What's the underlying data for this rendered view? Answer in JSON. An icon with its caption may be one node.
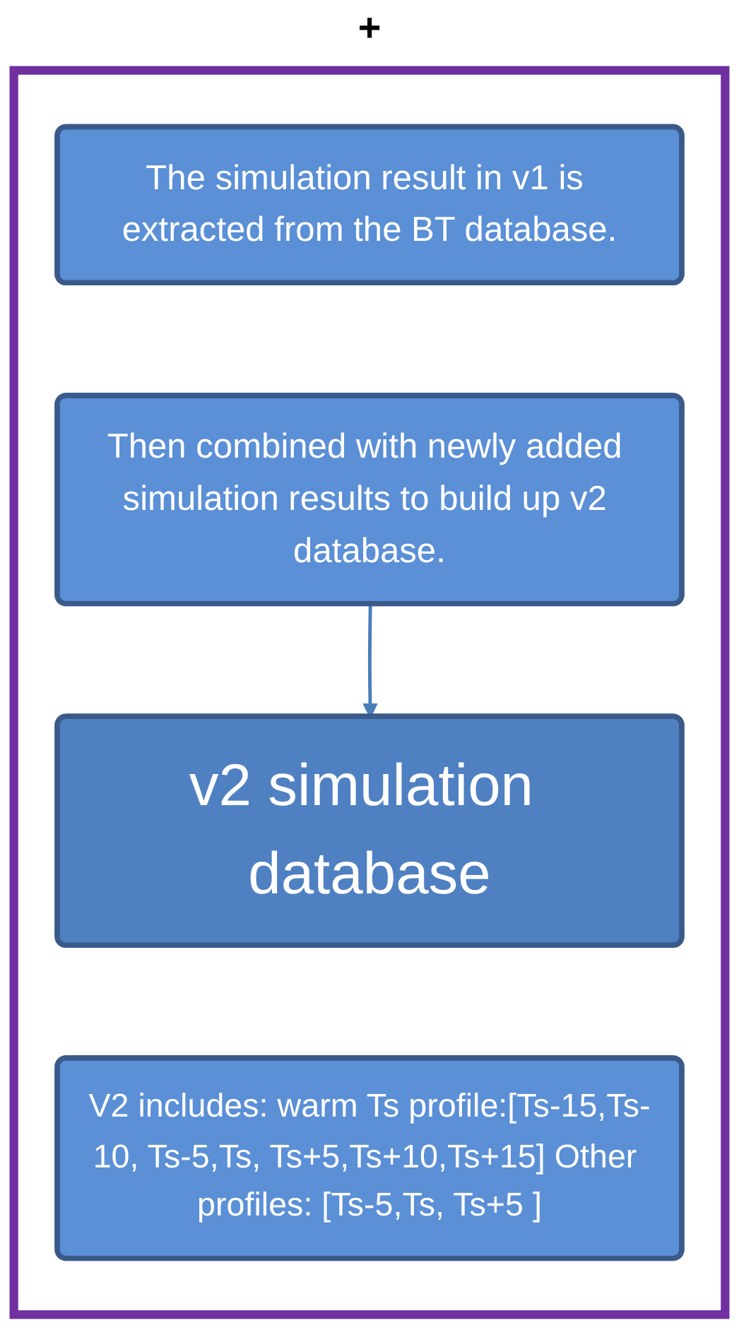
{
  "diagram": {
    "nodes": [
      {
        "text": [],
        "shape": "box"
      },
      {
        "text": [
          "The simulation result in v1 is extracted from the BT database."
        ],
        "in": 0
      },
      {
        "text": [
          "Then combined with newly added simulation results to build up v2 database."
        ],
        "in": 0
      },
      {
        "text": [
          "v2 simulation database"
        ],
        "in": 0
      },
      {
        "text": [
          "V2 includes: warm Ts profile:[Ts-15,Ts-10, Ts-5,Ts, Ts+5,Ts+10,Ts+15] Other profiles: [Ts-5,Ts, Ts+5 ]"
        ],
        "in": 0
      }
    ],
    "edges": [
      {
        "from": 2,
        "to": 3,
        "arrow": "to"
      }
    ],
    "labels": [
      "+"
    ]
  }
}
